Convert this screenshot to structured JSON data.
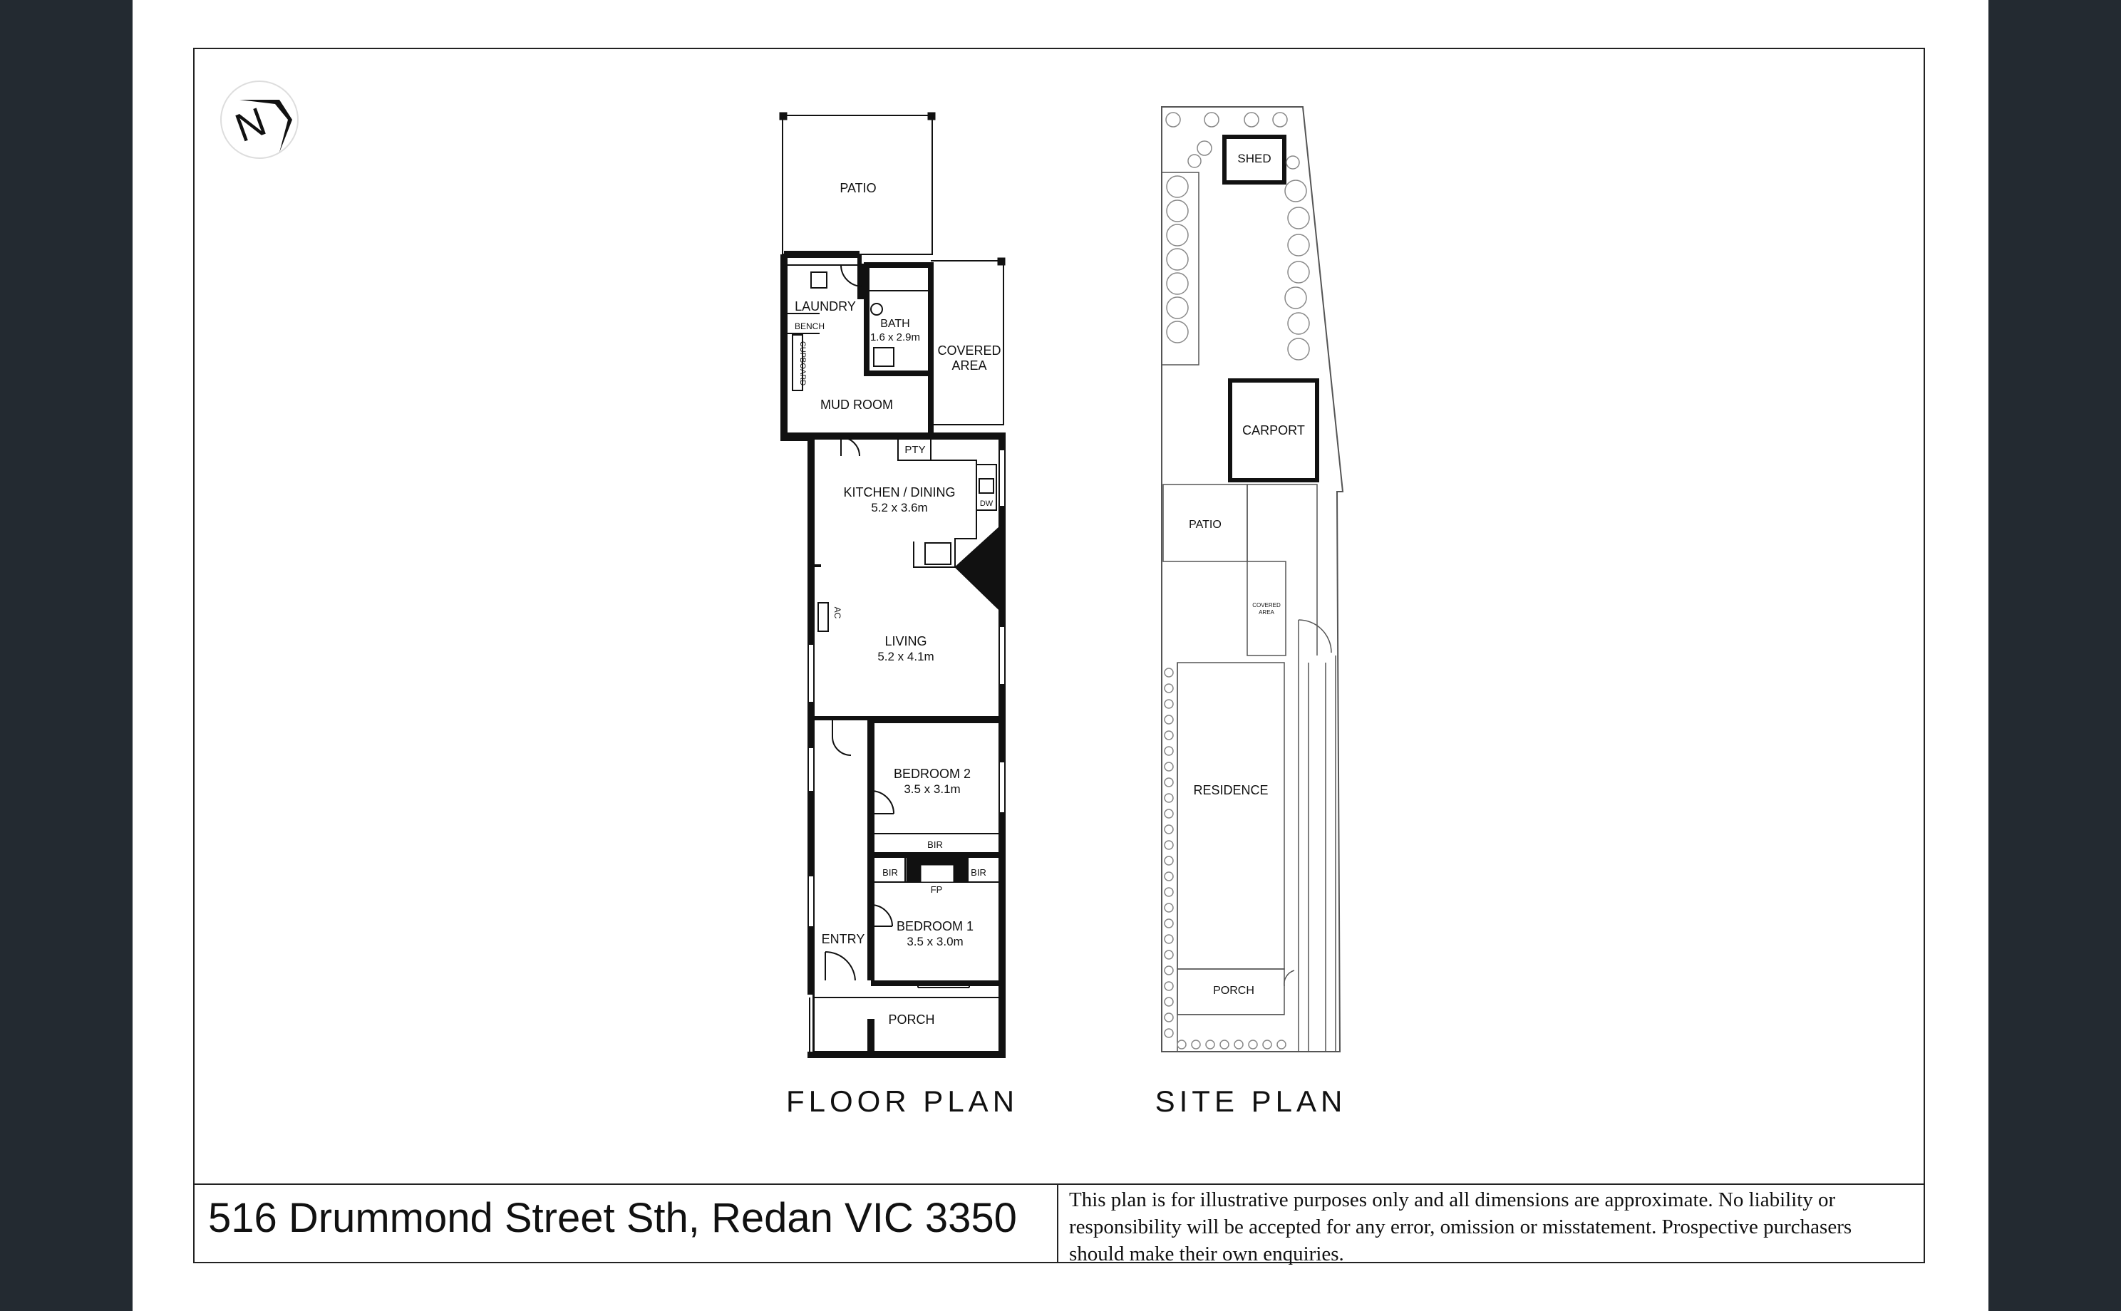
{
  "floor_plan": {
    "title": "FLOOR PLAN",
    "rooms": {
      "patio": "PATIO",
      "laundry": "LAUNDRY",
      "bench": "BENCH",
      "cupboard": "CUPBOARD",
      "bath": "BATH",
      "bath_dim": "1.6 x 2.9m",
      "covered_1": "COVERED",
      "covered_2": "AREA",
      "mud_room": "MUD ROOM",
      "pty": "PTY",
      "kitchen": "KITCHEN / DINING",
      "kitchen_dim": "5.2 x 3.6m",
      "dw": "DW",
      "ac": "AC",
      "living": "LIVING",
      "living_dim": "5.2 x 4.1m",
      "bedroom2": "BEDROOM 2",
      "bedroom2_dim": "3.5 x 3.1m",
      "bir_a": "BIR",
      "bir_b": "BIR",
      "fp": "FP",
      "bir_c": "BIR",
      "bedroom1": "BEDROOM 1",
      "bedroom1_dim": "3.5 x 3.0m",
      "entry": "ENTRY",
      "porch": "PORCH"
    }
  },
  "site_plan": {
    "title": "SITE PLAN",
    "labels": {
      "shed": "SHED",
      "carport": "CARPORT",
      "patio": "PATIO",
      "covered_1": "COVERED",
      "covered_2": "AREA",
      "residence": "RESIDENCE",
      "porch": "PORCH"
    }
  },
  "compass": {
    "letter": "N"
  },
  "footer": {
    "address": "516 Drummond Street Sth, Redan VIC 3350",
    "disclaimer": "This plan is for illustrative purposes only and all dimensions are approximate. No liability or responsibility will be accepted for any error, omission or misstatement. Prospective purchasers should make their own enquiries."
  },
  "colors": {
    "background": "#232a31",
    "sheet": "#ffffff",
    "ink": "#111111"
  }
}
